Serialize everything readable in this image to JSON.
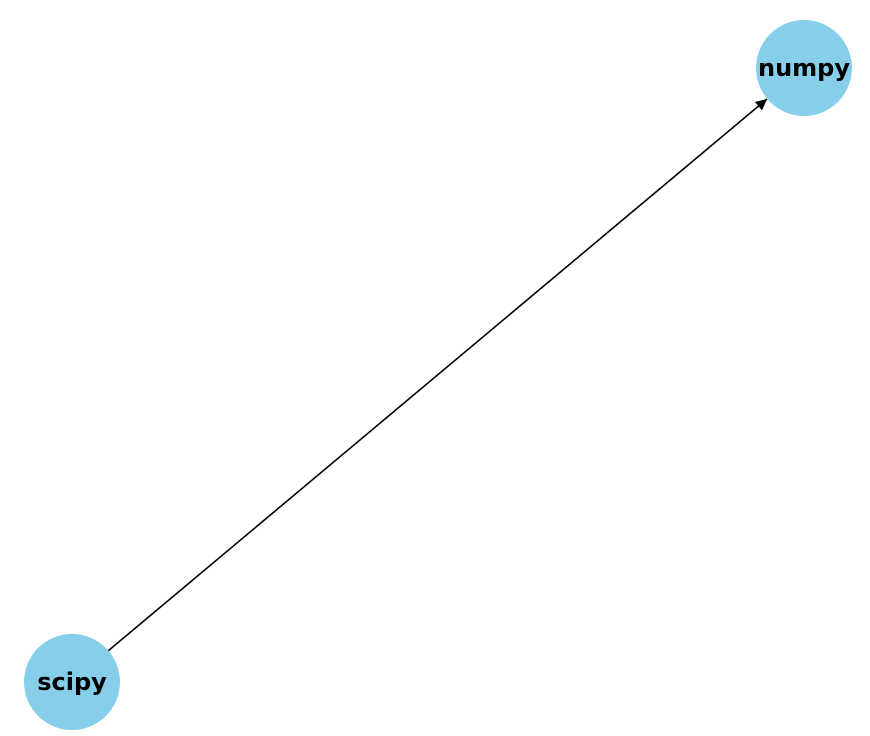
{
  "graph": {
    "directed": true,
    "node_color": "#87CEEB",
    "edge_color": "#000000",
    "label_color": "#000000",
    "nodes": [
      {
        "id": "scipy",
        "label": "scipy"
      },
      {
        "id": "numpy",
        "label": "numpy"
      }
    ],
    "edges": [
      {
        "source": "scipy",
        "target": "numpy"
      }
    ]
  }
}
